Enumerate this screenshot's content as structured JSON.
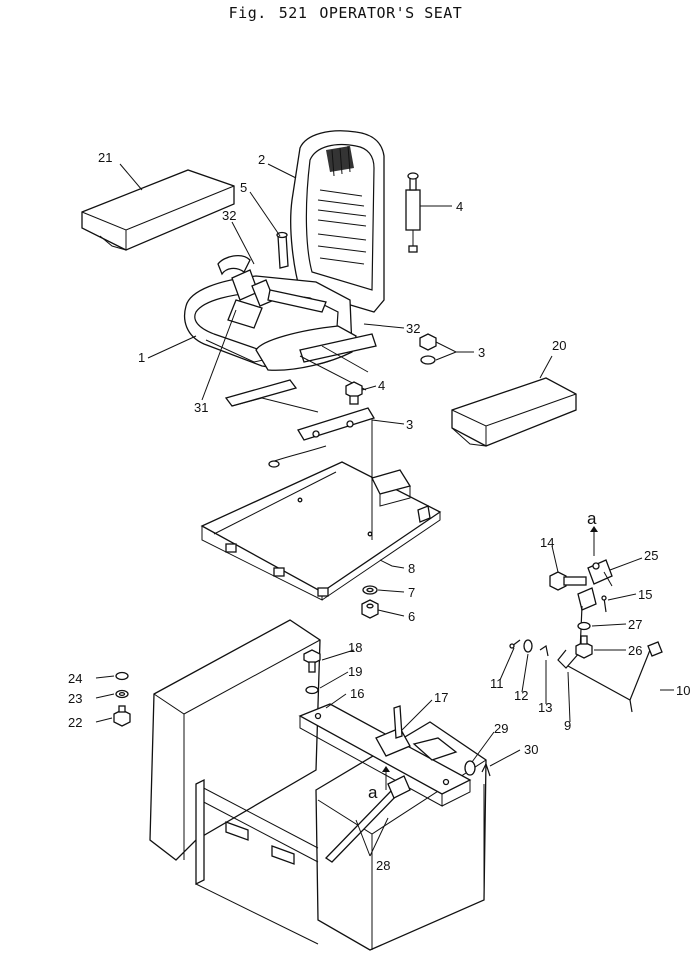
{
  "figure": {
    "prefix": "Fig.",
    "number": "521",
    "title": "OPERATOR'S SEAT"
  },
  "callouts": {
    "c1": "1",
    "c2": "2",
    "c3a": "3",
    "c3b": "3",
    "c4a": "4",
    "c4b": "4",
    "c5": "5",
    "c6": "6",
    "c7": "7",
    "c8": "8",
    "c9": "9",
    "c10": "10",
    "c11": "11",
    "c12": "12",
    "c13": "13",
    "c14": "14",
    "c15": "15",
    "c16": "16",
    "c17": "17",
    "c18": "18",
    "c19": "19",
    "c20": "20",
    "c21": "21",
    "c22": "22",
    "c23": "23",
    "c24": "24",
    "c25": "25",
    "c26": "26",
    "c27": "27",
    "c28": "28",
    "c29": "29",
    "c30": "30",
    "c31": "31",
    "c32a": "32",
    "c32b": "32"
  },
  "refs": {
    "ra_top": "a",
    "ra_bottom": "a"
  }
}
